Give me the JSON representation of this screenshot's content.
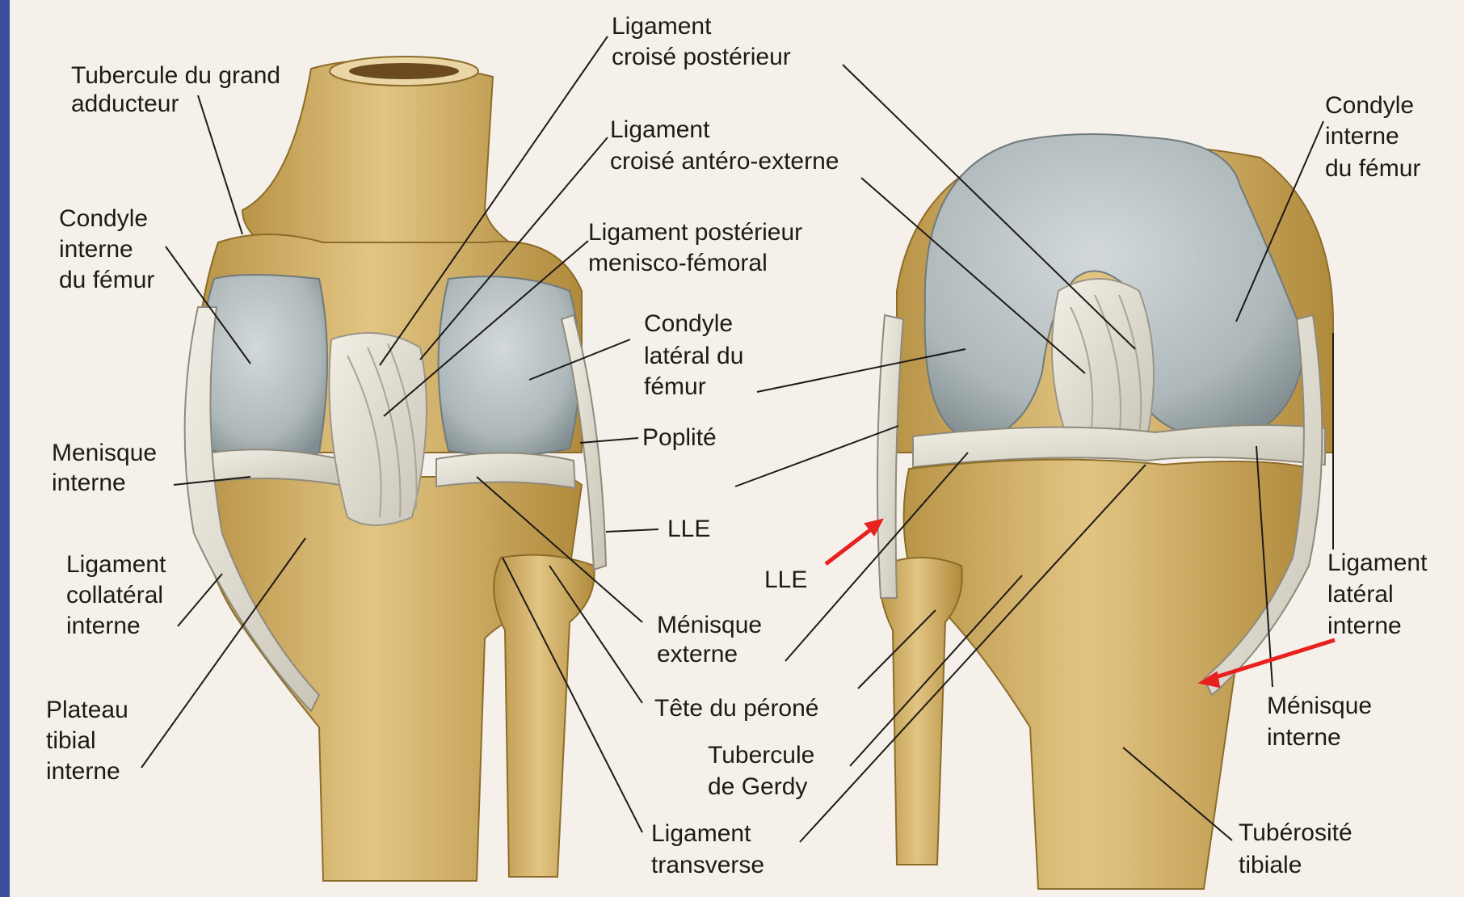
{
  "colors": {
    "page": "#f5f1ea",
    "bone": "#d7b56a",
    "bone_shadow": "#a98336",
    "cartilage": "#b9c2c4",
    "cartilage_dark": "#8e999b",
    "ligament": "#e7e3d6",
    "leader": "#1e1a16",
    "arrow": "#e8201e"
  },
  "labels": {
    "tubercule_grand_adducteur": [
      "Tubercule du grand",
      "adducteur"
    ],
    "condyle_interne_left": [
      "Condyle",
      "interne",
      "du fémur"
    ],
    "menisque_interne_left": [
      "Menisque",
      "interne"
    ],
    "ligament_collateral_interne": [
      "Ligament",
      "collatéral",
      "interne"
    ],
    "plateau_tibial_interne": [
      "Plateau",
      "tibial",
      "interne"
    ],
    "ligament_croise_posterieur": [
      "Ligament",
      "croisé postérieur"
    ],
    "ligament_croise_antero_externe": [
      "Ligament",
      "croisé antéro-externe"
    ],
    "ligament_posterieur_menisco_femoral": [
      "Ligament postérieur",
      "menisco-fémoral"
    ],
    "condyle_lateral": [
      "Condyle",
      "latéral du",
      "fémur"
    ],
    "poplite": [
      "Poplité"
    ],
    "lle_left": [
      "LLE"
    ],
    "lle_right": [
      "LLE"
    ],
    "menisque_externe": [
      "Ménisque",
      "externe"
    ],
    "tete_perone": [
      "Tête du péroné"
    ],
    "tubercule_gerdy": [
      "Tubercule",
      "de Gerdy"
    ],
    "ligament_transverse": [
      "Ligament",
      "transverse"
    ],
    "condyle_interne_right": [
      "Condyle",
      "interne",
      "du fémur"
    ],
    "ligament_lateral_interne": [
      "Ligament",
      "latéral",
      "interne"
    ],
    "menisque_interne_right": [
      "Ménisque",
      "interne"
    ],
    "tuberosite_tibiale": [
      "Tubérosité",
      "tibiale"
    ]
  }
}
